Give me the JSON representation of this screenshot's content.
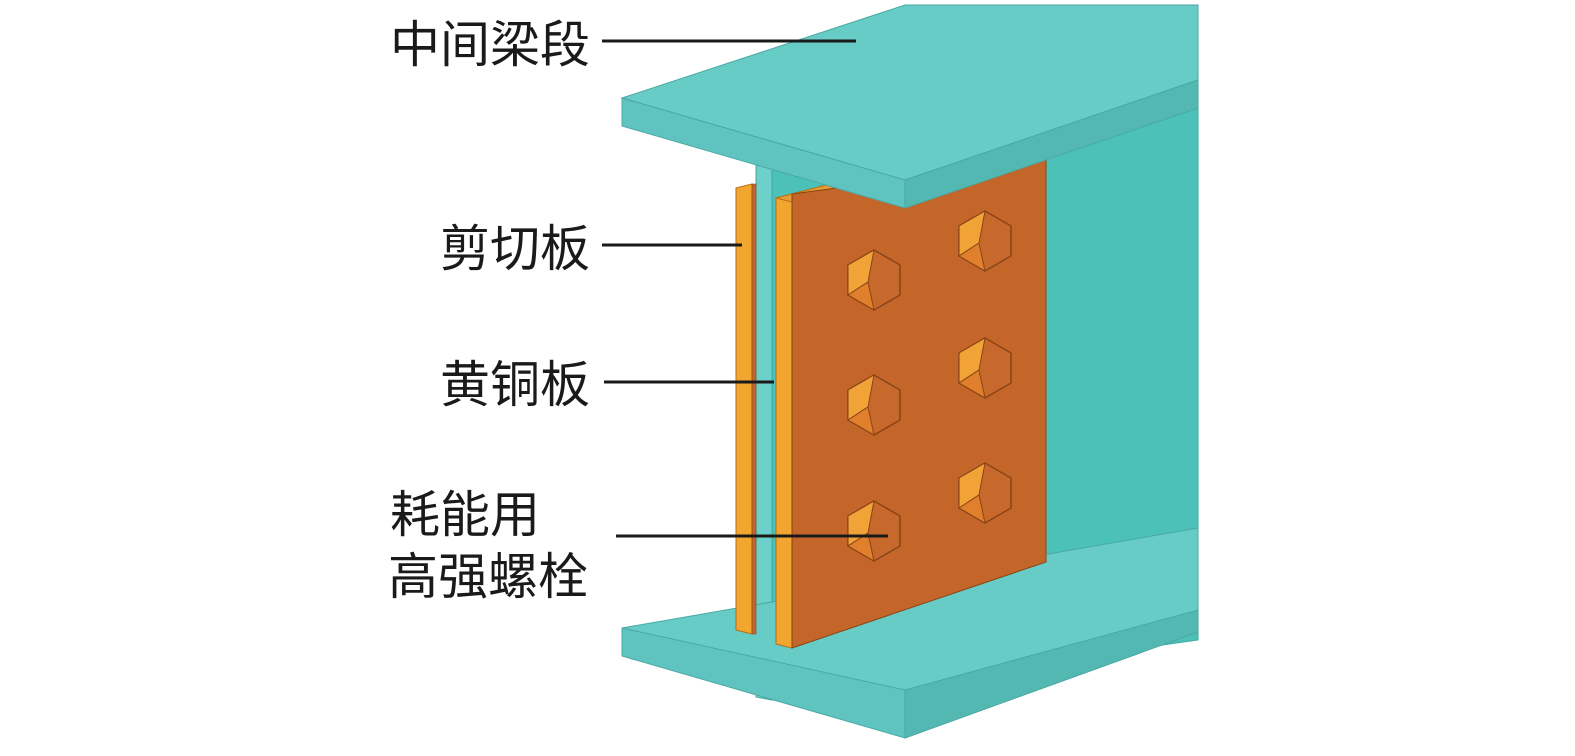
{
  "labels": {
    "beam_segment": "中间梁段",
    "shear_plate": "剪切板",
    "brass_plate": "黄铜板",
    "bolts_line1": "耗能用",
    "bolts_line2": "高强螺栓"
  },
  "colors": {
    "beam_top": "#66ccc8",
    "beam_edge": "#55bdb8",
    "beam_web": "#4cc1b7",
    "copper": "#c4662a",
    "copper_dark": "#a9521f",
    "plate_edge": "#f0ab2c",
    "bolt_face": "#c7692c",
    "bolt_highlight": "#f2a338",
    "leader": "#1a1a1a"
  }
}
